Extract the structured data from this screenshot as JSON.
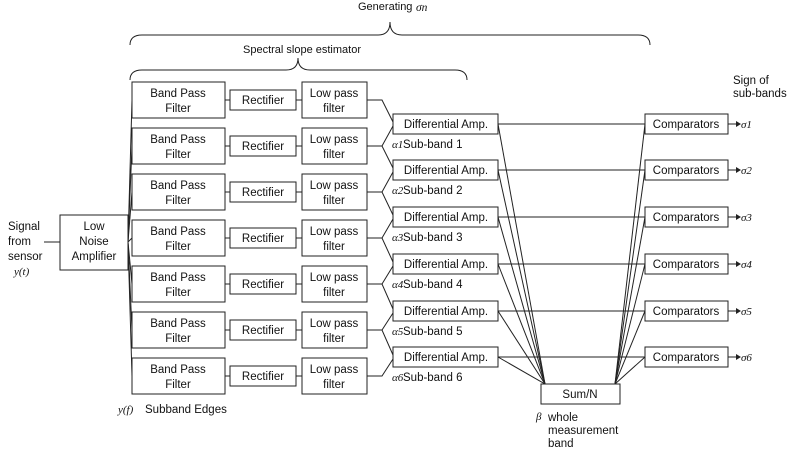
{
  "header": {
    "generating_label": "Generating",
    "generating_symbol": "σn",
    "estimator_label": "Spectral slope estimator",
    "sign_label_line1": "Sign of",
    "sign_label_line2": "sub-bands"
  },
  "input": {
    "label_line1": "Signal",
    "label_line2": "from",
    "label_line3": "sensor",
    "signal_symbol": "y(t)",
    "amplifier_line1": "Low",
    "amplifier_line2": "Noise",
    "amplifier_line3": "Amplifier"
  },
  "chain": {
    "bpf_line1": "Band Pass",
    "bpf_line2": "Filter",
    "rectifier": "Rectifier",
    "lpf_line1": "Low pass",
    "lpf_line2": "filter",
    "diff_amp": "Differential Amp.",
    "comparator": "Comparators"
  },
  "subbands": [
    {
      "alpha": "α1",
      "label": "Sub-band 1",
      "sigma": "σ1"
    },
    {
      "alpha": "α2",
      "label": "Sub-band 2",
      "sigma": "σ2"
    },
    {
      "alpha": "α3",
      "label": "Sub-band 3",
      "sigma": "σ3"
    },
    {
      "alpha": "α4",
      "label": "Sub-band 4",
      "sigma": "σ4"
    },
    {
      "alpha": "α5",
      "label": "Sub-band 5",
      "sigma": "σ5"
    },
    {
      "alpha": "α6",
      "label": "Sub-band 6",
      "sigma": "σ6"
    }
  ],
  "footer": {
    "edges_symbol": "y(f)",
    "edges_label": "Subband Edges",
    "sum_label": "Sum/N",
    "beta_symbol": "β",
    "whole_line1": "whole",
    "whole_line2": "measurement",
    "whole_line3": "band"
  }
}
